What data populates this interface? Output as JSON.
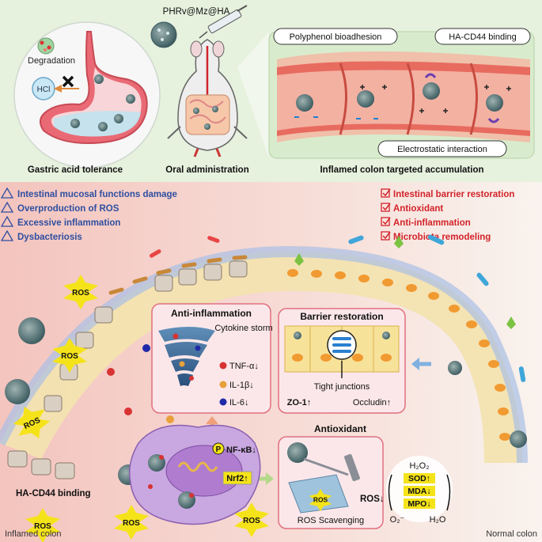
{
  "top": {
    "particle_label": "PHRv@Mz@HA",
    "degradation": "Degradation",
    "hcl": "HCl",
    "gastric_caption": "Gastric acid tolerance",
    "oral_caption": "Oral administration",
    "colon_caption": "Inflamed colon targeted accumulation",
    "pill_bioadhesion": "Polyphenol bioadhesion",
    "pill_cd44": "HA-CD44 binding",
    "pill_electrostatic": "Electrostatic interaction"
  },
  "problems": [
    "Intestinal mucosal functions damage",
    "Overproduction of ROS",
    "Excessive inflammation",
    "Dysbacteriosis"
  ],
  "outcomes": [
    "Intestinal barrier restoration",
    "Antioxidant",
    "Anti-inflammation",
    "Microbiota remodeling"
  ],
  "anti_inflammation": {
    "title": "Anti-inflammation",
    "storm": "Cytokine storm",
    "tnf": "TNF-α↓",
    "il1b": "IL-1β↓",
    "il6": "IL-6↓"
  },
  "barrier": {
    "title": "Barrier restoration",
    "tight": "Tight junctions",
    "zo1": "ZO-1↑",
    "occludin": "Occludin↑"
  },
  "antioxidant": {
    "title": "Antioxidant",
    "scavenging": "ROS Scavenging",
    "ros_down": "ROS↓",
    "h2o2": "H₂O₂",
    "sod": "SOD↑",
    "mda": "MDA↓",
    "mpo": "MPO↓",
    "o2": "O₂⁻",
    "h2o": "H₂O"
  },
  "macrophage": {
    "p": "P",
    "nfkb": "NF-κB↓",
    "nrf2": "Nrf2↑"
  },
  "bottom": {
    "binding": "HA-CD44 binding",
    "inflamed": "Inflamed colon",
    "normal": "Normal colon",
    "ros": "ROS"
  },
  "colors": {
    "top_bg": "#e6f1de",
    "bottom_left": "#f5c8c2",
    "bottom_right": "#f9f3ee",
    "problem_text": "#2e4fa0",
    "outcome_text": "#d2232a",
    "box_border": "#e0707e",
    "ros_yellow": "#f5e31a"
  }
}
